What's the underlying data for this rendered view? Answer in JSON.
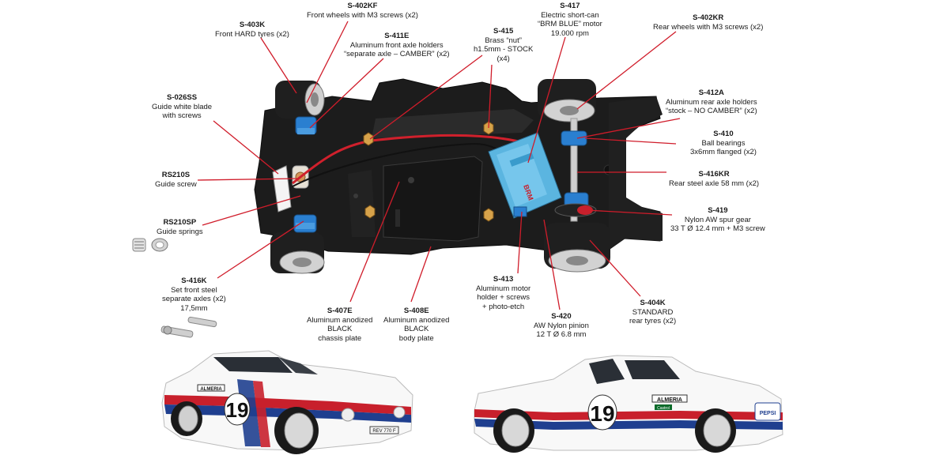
{
  "callouts": [
    {
      "code": "S-403K",
      "desc": "Front HARD tyres (x2)"
    },
    {
      "code": "S-402KF",
      "desc": "Front wheels with M3 screws (x2)"
    },
    {
      "code": "S-411E",
      "desc": "Aluminum front axle holders\n“separate axle – CAMBER” (x2)"
    },
    {
      "code": "S-415",
      "desc": "Brass “nut”\nh1.5mm - STOCK\n(x4)"
    },
    {
      "code": "S-417",
      "desc": "Electric short-can\n“BRM BLUE” motor\n19.000 rpm"
    },
    {
      "code": "S-402KR",
      "desc": "Rear wheels with M3 screws (x2)"
    },
    {
      "code": "S-026SS",
      "desc": "Guide white blade\nwith screws"
    },
    {
      "code": "S-412A",
      "desc": "Aluminum rear axle holders\n“stock – NO CAMBER” (x2)"
    },
    {
      "code": "S-410",
      "desc": "Ball bearings\n3x6mm flanged (x2)"
    },
    {
      "code": "RS210S",
      "desc": "Guide screw"
    },
    {
      "code": "S-416KR",
      "desc": "Rear steel axle 58 mm (x2)"
    },
    {
      "code": "RS210SP",
      "desc": "Guide springs"
    },
    {
      "code": "S-419",
      "desc": "Nylon AW spur gear\n33 T Ø 12.4 mm + M3 screw"
    },
    {
      "code": "S-416K",
      "desc": "Set front steel\nseparate axles (x2)\n17,5mm"
    },
    {
      "code": "S-407E",
      "desc": "Aluminum anodized\nBLACK\nchassis plate"
    },
    {
      "code": "S-408E",
      "desc": "Aluminum anodized\nBLACK\nbody plate"
    },
    {
      "code": "S-413",
      "desc": "Aluminum motor\nholder + screws\n+ photo-etch"
    },
    {
      "code": "S-420",
      "desc": "AW Nylon pinion\n12 T Ø 6.8 mm"
    },
    {
      "code": "S-404K",
      "desc": "STANDARD\nrear tyres (x2)"
    }
  ],
  "car": {
    "race_number": "19",
    "sponsor_almeria": "ALMERIA",
    "sponsor_pepsi": "PEPSI",
    "sponsor_castrol": "Castrol",
    "plate": "REV 770 F"
  },
  "colors": {
    "leader": "#d01c2a",
    "chassis": "#1c1c1c",
    "anodized_blue": "#2a7fd0",
    "motor_blue": "#5bb5e0",
    "stripe_red": "#c8202c",
    "stripe_blue": "#1f3f8f"
  }
}
